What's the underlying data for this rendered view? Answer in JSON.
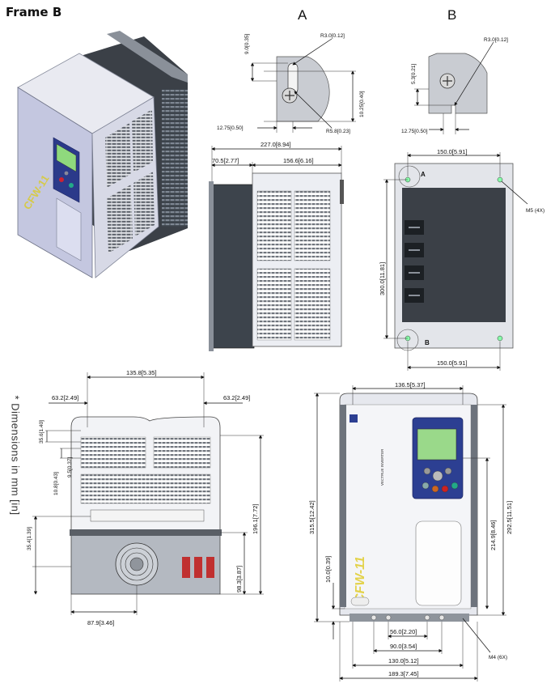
{
  "title": "Frame B",
  "detail_labels": {
    "a": "A",
    "b": "B"
  },
  "note": "* Dimensions in mm [in]",
  "product": {
    "brand": "CFW-11",
    "subtitle": "VECTRUE INVERTER"
  },
  "detail_a": {
    "radius_top": "R3.0[0.12]",
    "radius_bottom": "R5.8[0.23]",
    "height": "9.0[0.35]",
    "width": "12.75[0.50]",
    "depth": "10.25[0.40]"
  },
  "detail_b": {
    "radius": "R3.0[0.12]",
    "height": "5.3[0.21]",
    "width": "12.75[0.50]"
  },
  "side_view": {
    "total": "227.0[8.94]",
    "flange": "70.5[2.77]",
    "body": "156.6[6.16]"
  },
  "rear_view": {
    "top_width": "150.0[5.91]",
    "height": "300.0[11.81]",
    "bottom_width": "150.0[5.91]",
    "screws": "M5 (4X)"
  },
  "bottom_view": {
    "top_span": "135.8[5.35]",
    "left_offset": "63.2[2.49]",
    "right_offset": "63.2[2.49]",
    "h1": "35.6[1.40]",
    "h2": "10.8[0.43]",
    "h3": "9.5[0.37]",
    "h4": "35.4[1.39]",
    "h5": "196.1[7.72]",
    "h6": "98.3[3.87]",
    "fan_offset": "87.9[3.46]"
  },
  "front_view": {
    "top_width": "136.5[5.37]",
    "total_height": "315.5[12.42]",
    "height_2": "292.5[11.51]",
    "height_3": "214.9[8.46]",
    "bottom_margin": "10.0[0.39]",
    "w1": "56.0[2.20]",
    "w2": "90.0[3.54]",
    "w3": "130.0[5.12]",
    "w4": "189.3[7.45]",
    "screws": "M4 (6X)"
  }
}
